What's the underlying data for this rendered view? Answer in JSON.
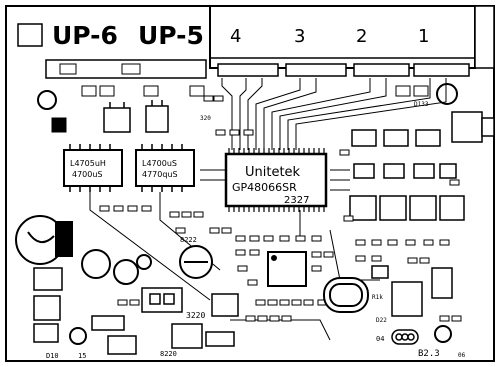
{
  "ports": {
    "up6": "UP-6",
    "up5": "UP-5",
    "p4": "4",
    "p3": "3",
    "p2": "2",
    "p1": "1"
  },
  "main_chip": {
    "brand": "Unitetek",
    "part": "GP48066SR",
    "code": "2327"
  },
  "transformers": {
    "left_line1": "L4705uH",
    "left_line2": "4700uS",
    "right_line1": "L4700uS",
    "right_line2": "4770quS"
  },
  "silkscreen": {
    "s1": "D10",
    "s2": "15",
    "s3": "3220",
    "s4": "8220",
    "s5": "04",
    "s6": "B2.3",
    "s7": "06",
    "s8": "D22",
    "s9": "R1k",
    "s10": "8222",
    "s11": "D133",
    "s12": "320"
  }
}
